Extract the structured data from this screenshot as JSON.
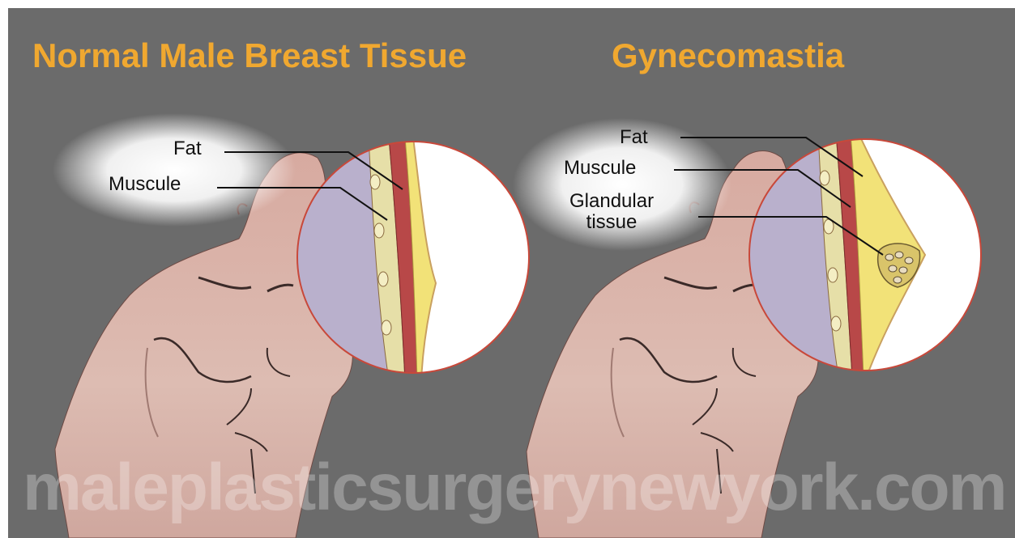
{
  "titles": {
    "left": "Normal Male Breast Tissue",
    "right": "Gynecomastia"
  },
  "labels": {
    "left": {
      "fat": "Fat",
      "muscle": "Muscule"
    },
    "right": {
      "fat": "Fat",
      "muscle": "Muscule",
      "glandular_line1": "Glandular",
      "glandular_line2": "tissue"
    }
  },
  "watermark": "maleplasticsurgerynewyork.com",
  "colors": {
    "background": "#6b6b6b",
    "title": "#f0a830",
    "skin": "#d8b0a6",
    "muscle": "#b84848",
    "fat": "#f2e278",
    "rib_area": "#b9b0cc",
    "circle_border": "#c8483a"
  }
}
